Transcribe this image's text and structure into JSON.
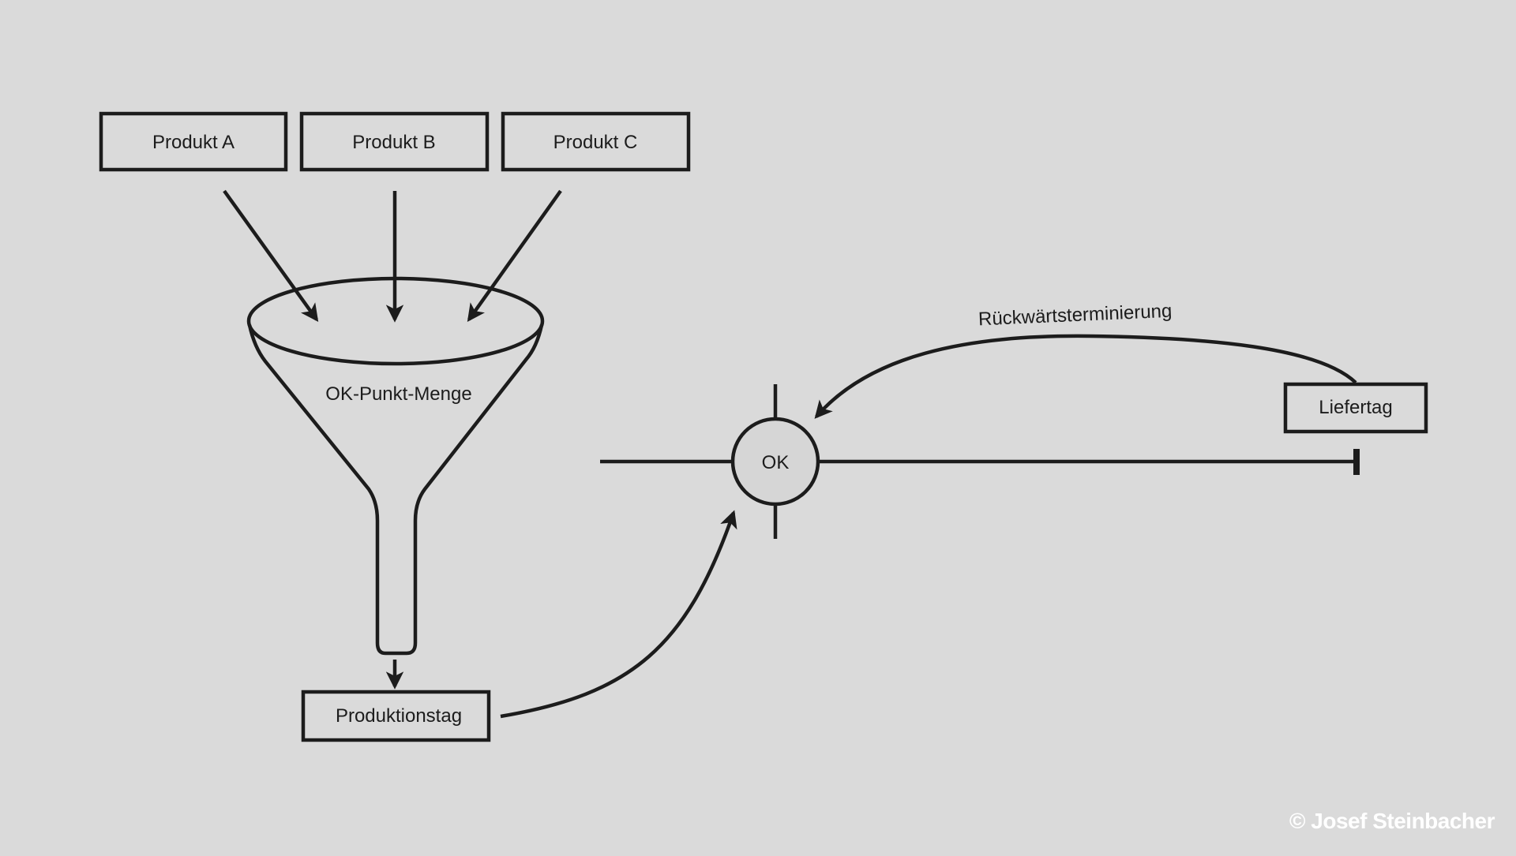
{
  "products": [
    "Produkt A",
    "Produkt B",
    "Produkt C"
  ],
  "funnel_label": "OK-Punkt-Menge",
  "production_day_label": "Produktionstag",
  "ok_label": "OK",
  "delivery_day_label": "Liefertag",
  "backward_scheduling_label": "Rückwärtsterminierung",
  "copyright": "© Josef Steinbacher",
  "colors": {
    "background": "#dadada",
    "stroke": "#1c1c1c",
    "ok_fill": "#d6d6d6",
    "copyright_text": "#ffffff"
  }
}
